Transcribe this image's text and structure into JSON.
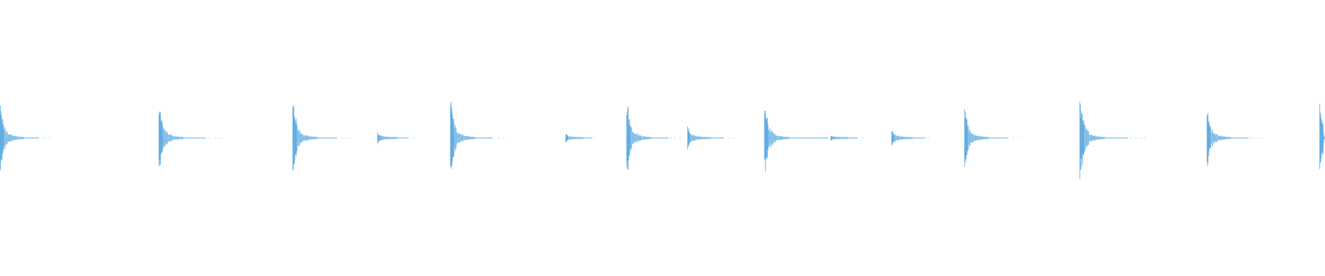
{
  "waveform": {
    "color": "#5aa8e0",
    "background": "#ffffff",
    "onsets": [
      {
        "time": 0.0,
        "peak": 0.82,
        "tail": 0.038,
        "note": "large"
      },
      {
        "time": 0.12,
        "peak": 0.84,
        "tail": 0.048,
        "note": "large"
      },
      {
        "time": 0.221,
        "peak": 0.9,
        "tail": 0.045,
        "note": "large"
      },
      {
        "time": 0.285,
        "peak": 0.16,
        "tail": 0.03,
        "note": "small"
      },
      {
        "time": 0.34,
        "peak": 0.92,
        "tail": 0.042,
        "note": "large"
      },
      {
        "time": 0.427,
        "peak": 0.12,
        "tail": 0.025,
        "note": "small"
      },
      {
        "time": 0.473,
        "peak": 0.9,
        "tail": 0.042,
        "note": "large"
      },
      {
        "time": 0.519,
        "peak": 0.3,
        "tail": 0.035,
        "note": "medium"
      },
      {
        "time": 0.577,
        "peak": 0.88,
        "tail": 0.072,
        "note": "large"
      },
      {
        "time": 0.627,
        "peak": 0.07,
        "tail": 0.025,
        "note": "small"
      },
      {
        "time": 0.673,
        "peak": 0.25,
        "tail": 0.032,
        "note": "medium"
      },
      {
        "time": 0.728,
        "peak": 0.76,
        "tail": 0.044,
        "note": "large"
      },
      {
        "time": 0.815,
        "peak": 0.96,
        "tail": 0.05,
        "note": "large"
      },
      {
        "time": 0.911,
        "peak": 0.75,
        "tail": 0.042,
        "note": "large"
      },
      {
        "time": 0.996,
        "peak": 0.84,
        "tail": 0.004,
        "note": "large"
      }
    ]
  }
}
